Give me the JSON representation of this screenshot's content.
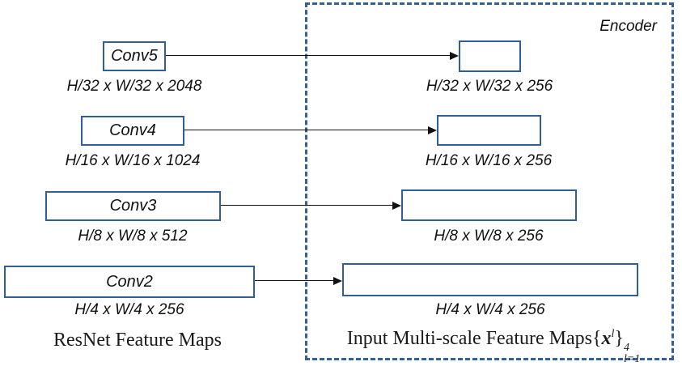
{
  "diagram": {
    "encoder_label": "Encoder",
    "rows": [
      {
        "conv": "Conv5",
        "left_dim": "H/32 x W/32 x 2048",
        "right_dim": "H/32 x W/32 x 256"
      },
      {
        "conv": "Conv4",
        "left_dim": "H/16 x W/16 x 1024",
        "right_dim": "H/16 x W/16 x 256"
      },
      {
        "conv": "Conv3",
        "left_dim": "H/8 x W/8 x 512",
        "right_dim": "H/8 x W/8 x 256"
      },
      {
        "conv": "Conv2",
        "left_dim": "H/4 x W/4 x 256",
        "right_dim": "H/4 x W/4 x 256"
      }
    ],
    "captions": {
      "left": "ResNet Feature Maps",
      "right_text": "Input Multi-scale Feature Maps",
      "math": {
        "open_brace": "{",
        "x": "x",
        "sup_l": "l",
        "close_brace": "}",
        "sup_4": "4",
        "sub_l_eq_1": "l=1"
      }
    },
    "colors": {
      "box_border": "#2e5f96",
      "dashed_border": "#31609b",
      "arrow": "#111111",
      "text": "#111111"
    }
  }
}
